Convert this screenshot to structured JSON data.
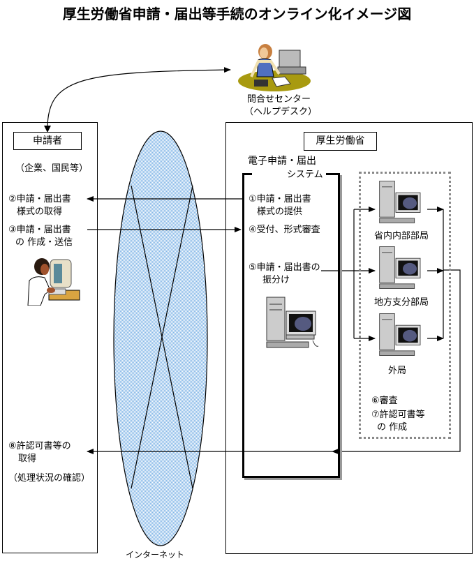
{
  "title": "厚生労働省申請・届出等手続のオンライン化イメージ図",
  "helpdesk": {
    "line1": "問合せセンター",
    "line2": "（ヘルプデスク）"
  },
  "applicant": {
    "header": "申請者",
    "subtitle": "（企業、国民等）",
    "step2_line1": "②申請・届出書",
    "step2_line2": "様式の取得",
    "step3_line1": "③申請・届出書",
    "step3_line2": "の 作成・送信",
    "step8_line1": "⑧許認可書等の",
    "step8_line2": "取得",
    "status": "（処理状況の確認）"
  },
  "internet": {
    "label": "インターネット",
    "fill_color": "#a8d0f0"
  },
  "ministry": {
    "header": "厚生労働省",
    "system_title_line1": "電子申請・届出",
    "system_title_line2": "システム",
    "step1_line1": "①申請・届出書",
    "step1_line2": "様式の提供",
    "step4": "④受付、形式審査",
    "step5_line1": "⑤申請・届出書の",
    "step5_line2": "振分け",
    "departments": [
      "省内内部部局",
      "地方支分部局",
      "外局"
    ],
    "step6": "⑥審査",
    "step7_line1": "⑦許認可書等",
    "step7_line2": "の 作成"
  }
}
